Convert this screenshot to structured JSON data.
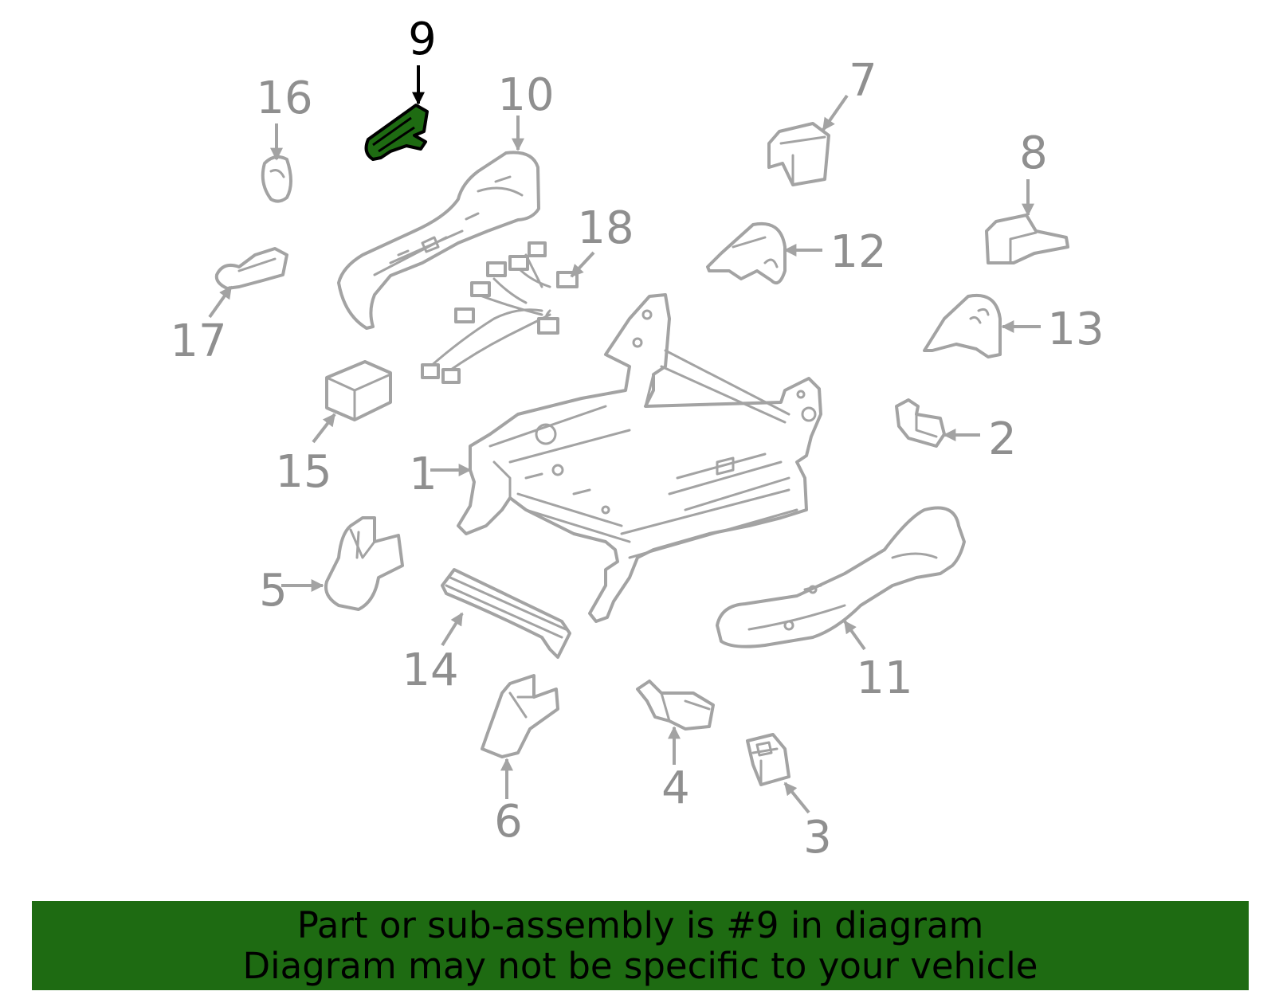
{
  "highlighted_part": "9",
  "colors": {
    "highlight": "#1e6b12",
    "outline": "#a3a3a3",
    "callout_text": "#8f8f8f",
    "banner_text": "#000000"
  },
  "callouts": {
    "c1": "1",
    "c2": "2",
    "c3": "3",
    "c4": "4",
    "c5": "5",
    "c6": "6",
    "c7": "7",
    "c8": "8",
    "c9": "9",
    "c10": "10",
    "c11": "11",
    "c12": "12",
    "c13": "13",
    "c14": "14",
    "c15": "15",
    "c16": "16",
    "c17": "17",
    "c18": "18"
  },
  "footer": {
    "line1": "Part or sub-assembly is #9 in diagram",
    "line2": "Diagram may not be specific to your vehicle"
  }
}
